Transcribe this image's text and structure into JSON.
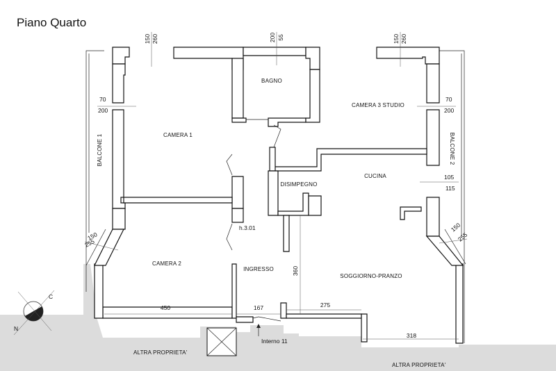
{
  "title": "Piano Quarto",
  "rooms": {
    "bagno": "BAGNO",
    "camera1": "CAMERA 1",
    "camera2": "CAMERA 2",
    "camera3": "CAMERA 3 STUDIO",
    "cucina": "CUCINA",
    "disimpegno": "DISIMPEGNO",
    "ingresso": "INGRESSO",
    "soggiorno": "SOGGIORNO-PRANZO",
    "balcone1": "BALCONE 1",
    "balcone2": "BALCONE 2"
  },
  "labels": {
    "height": "h.3.01",
    "interno": "Interno 11",
    "altra_left": "ALTRA PROPRIETA'",
    "altra_right": "ALTRA PROPRIETA'"
  },
  "dimensions": {
    "top_left_a": "150",
    "top_left_b": "260",
    "top_mid_a": "200",
    "top_mid_b": "55",
    "top_right_a": "150",
    "top_right_b": "260",
    "left_win_a": "70",
    "left_win_b": "200",
    "right_win_a": "70",
    "right_win_b": "200",
    "cucina_win_a": "105",
    "cucina_win_b": "115",
    "left_diag_a": "150",
    "left_diag_b": "255",
    "right_diag_a": "150",
    "right_diag_b": "255",
    "bottom_450": "450",
    "bottom_167": "167",
    "bottom_275": "275",
    "bottom_318": "318",
    "vert_360": "360"
  },
  "compass": {
    "letters": [
      "N",
      "C"
    ]
  }
}
